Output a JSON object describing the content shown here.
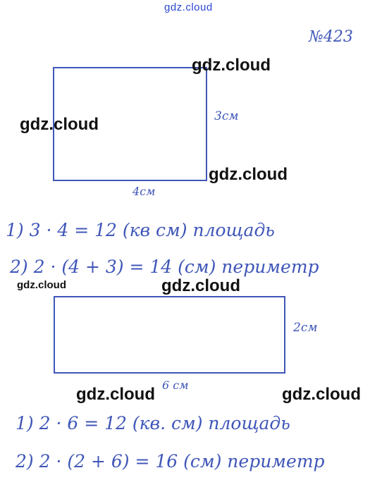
{
  "watermark": {
    "top": "gdz.cloud",
    "large": "gdz.cloud",
    "small": "gdz.cloud"
  },
  "problem_number": "№423",
  "figure1": {
    "side_right": "3см",
    "side_bottom": "4см"
  },
  "solution1": {
    "line1": "1)  3 · 4 = 12 (кв см) площадь",
    "line2": "2)  2 · (4 + 3)  = 14 (см) периметр"
  },
  "figure2": {
    "side_right": "2см",
    "side_bottom": "6 см"
  },
  "solution2": {
    "line1": "1)   2 · 6  = 12 (кв. см) площадь",
    "line2": "2)  2 · (2 + 6)  = 16 (см) периметр"
  },
  "colors": {
    "ink": "#3f56b8",
    "watermark": "#111111",
    "watermark_top": "#2b47d6"
  }
}
